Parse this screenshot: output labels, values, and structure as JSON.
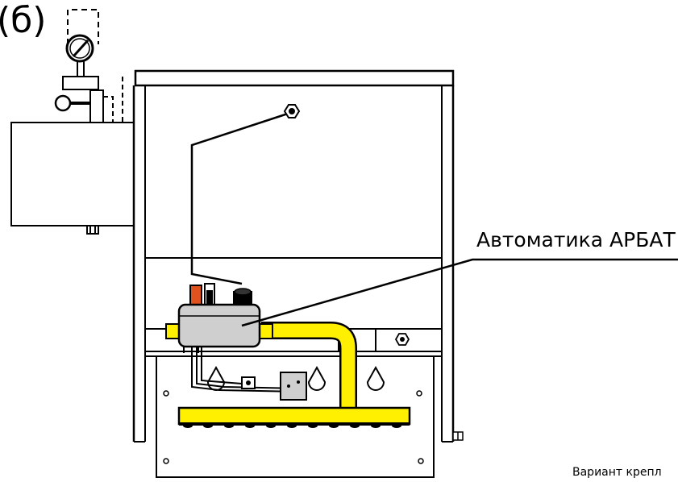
{
  "figure_label": "(б)",
  "callout_text": "Автоматика АРБАТ",
  "caption_text": "Вариант крепл",
  "colors": {
    "line": "#000000",
    "gas_pipe": "#ffef00",
    "automation_body": "#cfcfcf",
    "knob_orange": "#e0521e",
    "panel_fill": "#ffffff"
  },
  "icons": [
    "pressure-gauge-icon",
    "hex-nut-icon",
    "gas-valve-icon"
  ]
}
